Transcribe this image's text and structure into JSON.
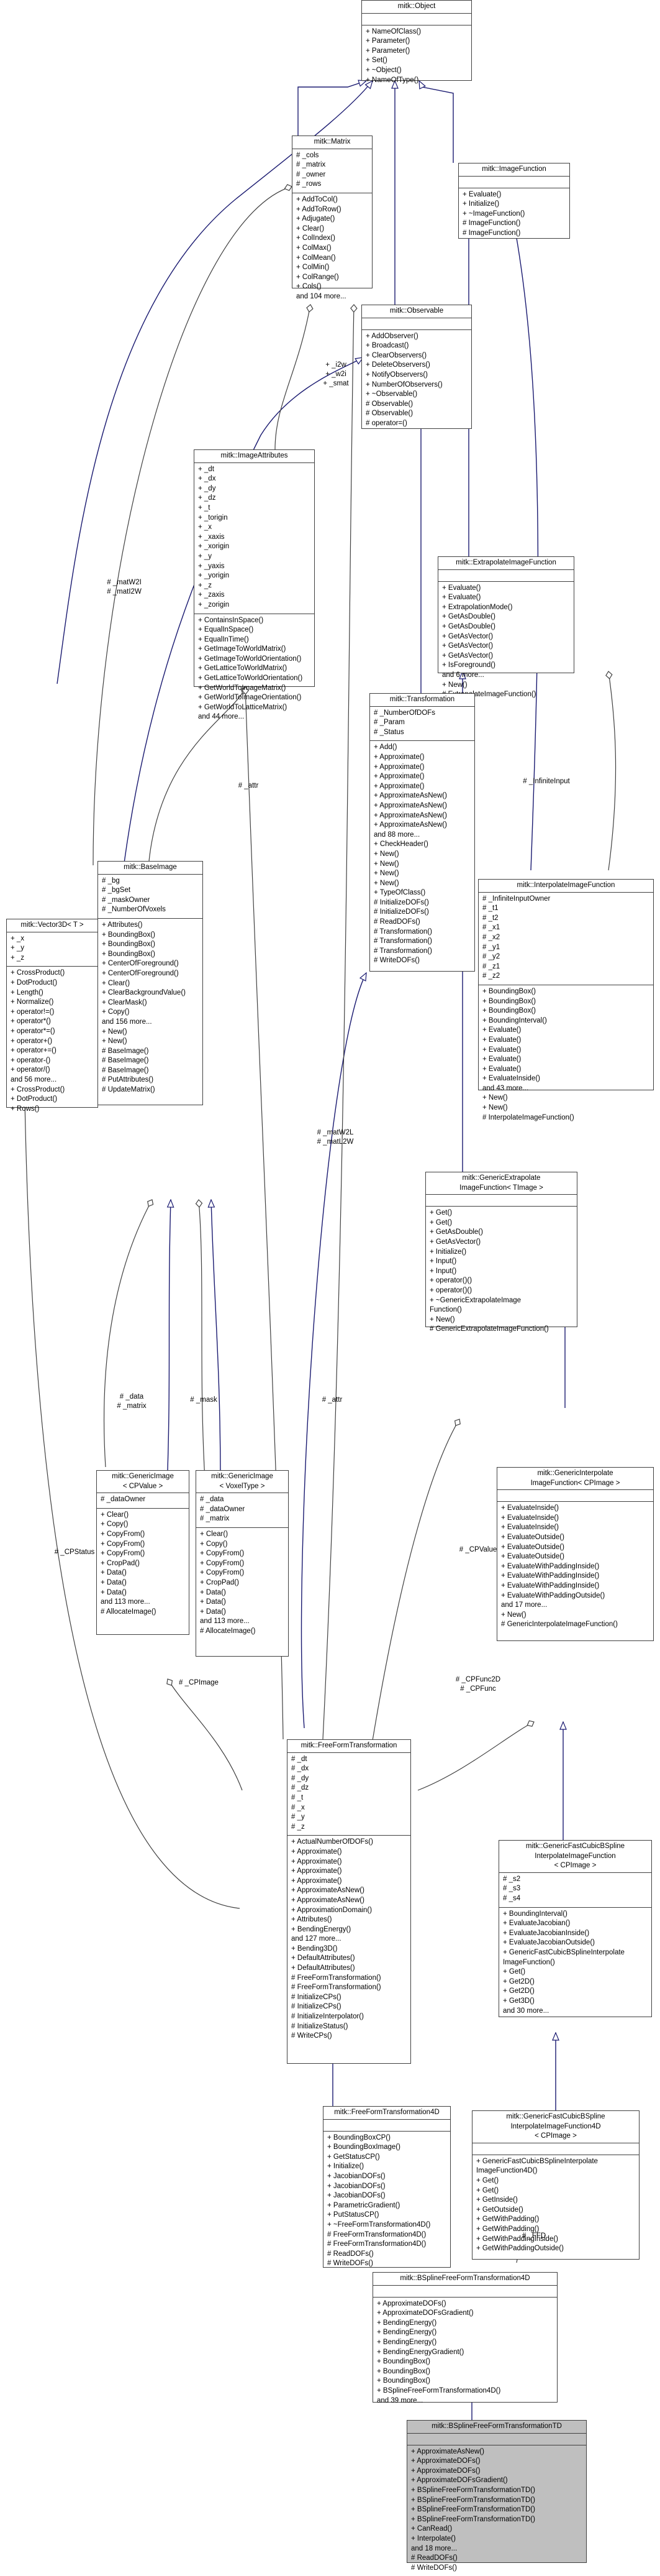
{
  "diagram": {
    "classes": [
      {
        "id": "object",
        "title": "mitk::Object",
        "attrs": [],
        "ops": [
          "+ NameOfClass()",
          "+ Parameter()",
          "+ Parameter()",
          "+ Set()",
          "+ ~Object()",
          "+ NameOfType()"
        ]
      },
      {
        "id": "matrix",
        "title": "mitk::Matrix",
        "attrs": [
          "# _cols",
          "# _matrix",
          "# _owner",
          "# _rows"
        ],
        "ops": [
          "+ AddToCol()",
          "+ AddToRow()",
          "+ Adjugate()",
          "+ Clear()",
          "+ ColIndex()",
          "+ ColMax()",
          "+ ColMean()",
          "+ ColMin()",
          "+ ColRange()",
          "+ Cols()",
          "and 104 more..."
        ]
      },
      {
        "id": "imagefunction",
        "title": "mitk::ImageFunction",
        "attrs": [],
        "ops": [
          "+ Evaluate()",
          "+ Initialize()",
          "+ ~ImageFunction()",
          "# ImageFunction()",
          "# ImageFunction()"
        ]
      },
      {
        "id": "observable",
        "title": "mitk::Observable",
        "attrs": [],
        "ops": [
          "+ AddObserver()",
          "+ Broadcast()",
          "+ ClearObservers()",
          "+ DeleteObservers()",
          "+ NotifyObservers()",
          "+ NumberOfObservers()",
          "+ ~Observable()",
          "# Observable()",
          "# Observable()",
          "# operator=()"
        ]
      },
      {
        "id": "imageattributes",
        "title": "mitk::ImageAttributes",
        "attrs": [
          "+ _dt",
          "+ _dx",
          "+ _dy",
          "+ _dz",
          "+ _t",
          "+ _torigin",
          "+ _x",
          "+ _xaxis",
          "+ _xorigin",
          "+ _y",
          "+ _yaxis",
          "+ _yorigin",
          "+ _z",
          "+ _zaxis",
          "+ _zorigin"
        ],
        "ops": [
          "+ ContainsInSpace()",
          "+ EqualInSpace()",
          "+ EqualInTime()",
          "+ GetImageToWorldMatrix()",
          "+ GetImageToWorldOrientation()",
          "+ GetLatticeToWorldMatrix()",
          "+ GetLatticeToWorldOrientation()",
          "+ GetWorldToImageMatrix()",
          "+ GetWorldToImageOrientation()",
          "+ GetWorldToLatticeMatrix()",
          "and 44 more..."
        ]
      },
      {
        "id": "extrapolate",
        "title": "mitk::ExtrapolateImageFunction",
        "attrs": [],
        "ops": [
          "+ Evaluate()",
          "+ Evaluate()",
          "+ ExtrapolationMode()",
          "+ GetAsDouble()",
          "+ GetAsDouble()",
          "+ GetAsVector()",
          "+ GetAsVector()",
          "+ GetAsVector()",
          "+ IsForeground()",
          "and 6 more...",
          "+ New()",
          "# ExtrapolateImageFunction()"
        ]
      },
      {
        "id": "transformation",
        "title": "mitk::Transformation",
        "attrs": [
          "# _NumberOfDOFs",
          "# _Param",
          "# _Status"
        ],
        "ops": [
          "+ Add()",
          "+ Approximate()",
          "+ Approximate()",
          "+ Approximate()",
          "+ Approximate()",
          "+ ApproximateAsNew()",
          "+ ApproximateAsNew()",
          "+ ApproximateAsNew()",
          "+ ApproximateAsNew()",
          "and 88 more...",
          "+ CheckHeader()",
          "+ New()",
          "+ New()",
          "+ New()",
          "+ New()",
          "+ TypeOfClass()",
          "# InitializeDOFs()",
          "# InitializeDOFs()",
          "# ReadDOFs()",
          "# Transformation()",
          "# Transformation()",
          "# Transformation()",
          "# WriteDOFs()"
        ]
      },
      {
        "id": "vector3d",
        "title": "mitk::Vector3D< T >",
        "attrs": [
          "+ _x",
          "+ _y",
          "+ _z"
        ],
        "ops": [
          "+ CrossProduct()",
          "+ DotProduct()",
          "+ Length()",
          "+ Normalize()",
          "+ operator!=()",
          "+ operator*()",
          "+ operator*=()",
          "+ operator+()",
          "+ operator+=()",
          "+ operator-()",
          "+ operator/()",
          "and 56 more...",
          "+ CrossProduct()",
          "+ DotProduct()",
          "+ Rows()"
        ]
      },
      {
        "id": "baseimage",
        "title": "mitk::BaseImage",
        "attrs": [
          "# _bg",
          "# _bgSet",
          "# _maskOwner",
          "# _NumberOfVoxels"
        ],
        "ops": [
          "+ Attributes()",
          "+ BoundingBox()",
          "+ BoundingBox()",
          "+ BoundingBox()",
          "+ CenterOfForeground()",
          "+ CenterOfForeground()",
          "+ Clear()",
          "+ ClearBackgroundValue()",
          "+ ClearMask()",
          "+ Copy()",
          "and 156 more...",
          "+ New()",
          "+ New()",
          "# BaseImage()",
          "# BaseImage()",
          "# BaseImage()",
          "# PutAttributes()",
          "# UpdateMatrix()"
        ]
      },
      {
        "id": "interpolate",
        "title": "mitk::InterpolateImageFunction",
        "attrs": [
          "# _InfiniteInputOwner",
          "# _t1",
          "# _t2",
          "# _x1",
          "# _x2",
          "# _y1",
          "# _y2",
          "# _z1",
          "# _z2"
        ],
        "ops": [
          "+ BoundingBox()",
          "+ BoundingBox()",
          "+ BoundingBox()",
          "+ BoundingInterval()",
          "+ Evaluate()",
          "+ Evaluate()",
          "+ Evaluate()",
          "+ Evaluate()",
          "+ Evaluate()",
          "+ EvaluateInside()",
          "and 43 more...",
          "+ New()",
          "+ New()",
          "# InterpolateImageFunction()"
        ]
      },
      {
        "id": "genextrap",
        "title": "mitk::GenericExtrapolate\nImageFunction< TImage >",
        "attrs": [],
        "ops": [
          "+ Get()",
          "+ Get()",
          "+ GetAsDouble()",
          "+ GetAsVector()",
          "+ Initialize()",
          "+ Input()",
          "+ Input()",
          "+ operator()()",
          "+ operator()()",
          "+ ~GenericExtrapolateImage",
          "Function()",
          "+ New()",
          "# GenericExtrapolateImageFunction()"
        ]
      },
      {
        "id": "genimgcp",
        "title": "mitk::GenericImage\n< CPValue >",
        "attrs": [
          "# _dataOwner"
        ],
        "ops": [
          "+ Clear()",
          "+ Copy()",
          "+ CopyFrom()",
          "+ CopyFrom()",
          "+ CopyFrom()",
          "+ CropPad()",
          "+ Data()",
          "+ Data()",
          "+ Data()",
          "and 113 more...",
          "# AllocateImage()"
        ]
      },
      {
        "id": "genimgvox",
        "title": "mitk::GenericImage\n< VoxelType >",
        "attrs": [
          "# _data",
          "# _dataOwner",
          "# _matrix"
        ],
        "ops": [
          "+ Clear()",
          "+ Copy()",
          "+ CopyFrom()",
          "+ CopyFrom()",
          "+ CopyFrom()",
          "+ CropPad()",
          "+ Data()",
          "+ Data()",
          "+ Data()",
          "and 113 more...",
          "# AllocateImage()"
        ]
      },
      {
        "id": "geninterp",
        "title": "mitk::GenericInterpolate\nImageFunction< CPImage >",
        "attrs": [],
        "ops": [
          "+ EvaluateInside()",
          "+ EvaluateInside()",
          "+ EvaluateInside()",
          "+ EvaluateOutside()",
          "+ EvaluateOutside()",
          "+ EvaluateOutside()",
          "+ EvaluateWithPaddingInside()",
          "+ EvaluateWithPaddingInside()",
          "+ EvaluateWithPaddingInside()",
          "+ EvaluateWithPaddingOutside()",
          "and 17 more...",
          "+ New()",
          "# GenericInterpolateImageFunction()"
        ]
      },
      {
        "id": "ffd",
        "title": "mitk::FreeFormTransformation",
        "attrs": [
          "# _dt",
          "# _dx",
          "# _dy",
          "# _dz",
          "# _t",
          "# _x",
          "# _y",
          "# _z"
        ],
        "ops": [
          "+ ActualNumberOfDOFs()",
          "+ Approximate()",
          "+ Approximate()",
          "+ Approximate()",
          "+ Approximate()",
          "+ ApproximateAsNew()",
          "+ ApproximateAsNew()",
          "+ ApproximationDomain()",
          "+ Attributes()",
          "+ BendingEnergy()",
          "and 127 more...",
          "+ Bending3D()",
          "+ DefaultAttributes()",
          "+ DefaultAttributes()",
          "# FreeFormTransformation()",
          "# FreeFormTransformation()",
          "# InitializeCPs()",
          "# InitializeCPs()",
          "# InitializeInterpolator()",
          "# InitializeStatus()",
          "# WriteCPs()"
        ]
      },
      {
        "id": "fastcubic",
        "title": "mitk::GenericFastCubicBSpline\nInterpolateImageFunction\n< CPImage >",
        "attrs": [
          "# _s2",
          "# _s3",
          "# _s4"
        ],
        "ops": [
          "+ BoundingInterval()",
          "+ EvaluateJacobian()",
          "+ EvaluateJacobianInside()",
          "+ EvaluateJacobianOutside()",
          "+ GenericFastCubicBSplineInterpolate",
          "ImageFunction()",
          "+ Get()",
          "+ Get2D()",
          "+ Get2D()",
          "+ Get3D()",
          "and 30 more..."
        ]
      },
      {
        "id": "ffd4d",
        "title": "mitk::FreeFormTransformation4D",
        "attrs": [],
        "ops": [
          "+ BoundingBoxCP()",
          "+ BoundingBoxImage()",
          "+ GetStatusCP()",
          "+ Initialize()",
          "+ JacobianDOFs()",
          "+ JacobianDOFs()",
          "+ JacobianDOFs()",
          "+ ParametricGradient()",
          "+ PutStatusCP()",
          "+ ~FreeFormTransformation4D()",
          "# FreeFormTransformation4D()",
          "# FreeFormTransformation4D()",
          "# ReadDOFs()",
          "# WriteDOFs()"
        ]
      },
      {
        "id": "fastcubic4d",
        "title": "mitk::GenericFastCubicBSpline\nInterpolateImageFunction4D\n< CPImage >",
        "attrs": [],
        "ops": [
          "+ GenericFastCubicBSplineInterpolate",
          "ImageFunction4D()",
          "+ Get()",
          "+ Get()",
          "+ GetInside()",
          "+ GetOutside()",
          "+ GetWithPadding()",
          "+ GetWithPadding()",
          "+ GetWithPaddingInside()",
          "+ GetWithPaddingOutside()"
        ]
      },
      {
        "id": "bsplineffd4d",
        "title": "mitk::BSplineFreeFormTransformation4D",
        "attrs": [],
        "ops": [
          "+ ApproximateDOFs()",
          "+ ApproximateDOFsGradient()",
          "+ BendingEnergy()",
          "+ BendingEnergy()",
          "+ BendingEnergy()",
          "+ BendingEnergyGradient()",
          "+ BoundingBox()",
          "+ BoundingBox()",
          "+ BoundingBox()",
          "+ BSplineFreeFormTransformation4D()",
          "and 39 more..."
        ]
      },
      {
        "id": "bsplineffdtd",
        "title": "mitk::BSplineFreeFormTransformationTD",
        "attrs": [],
        "ops": [
          "+ ApproximateAsNew()",
          "+ ApproximateDOFs()",
          "+ ApproximateDOFs()",
          "+ ApproximateDOFsGradient()",
          "+ BSplineFreeFormTransformationTD()",
          "+ BSplineFreeFormTransformationTD()",
          "+ BSplineFreeFormTransformationTD()",
          "+ BSplineFreeFormTransformationTD()",
          "+ CanRead()",
          "+ Interpolate()",
          "and 18 more...",
          "# ReadDOFs()",
          "# WriteDOFs()"
        ]
      }
    ],
    "edge_labels": {
      "ibw": "+ _i2w\n+ _w2i\n+ _smat",
      "matw2i": "# _matW2I\n# _matI2W",
      "attr1": "# _attr",
      "infinput": "# _InfiniteInput",
      "data": "# _data\n# _matrix",
      "mask": "# _mask",
      "attr2": "# _attr",
      "matw2l": "# _matW2L\n# _matL2W",
      "cpvalue": "# _CPValue",
      "cpstatus": "# _CPStatus",
      "cpimage": "# _CPImage",
      "cpfunc": "# _CPFunc2D\n# _CPFunc",
      "ffd": "# _FFD"
    }
  }
}
